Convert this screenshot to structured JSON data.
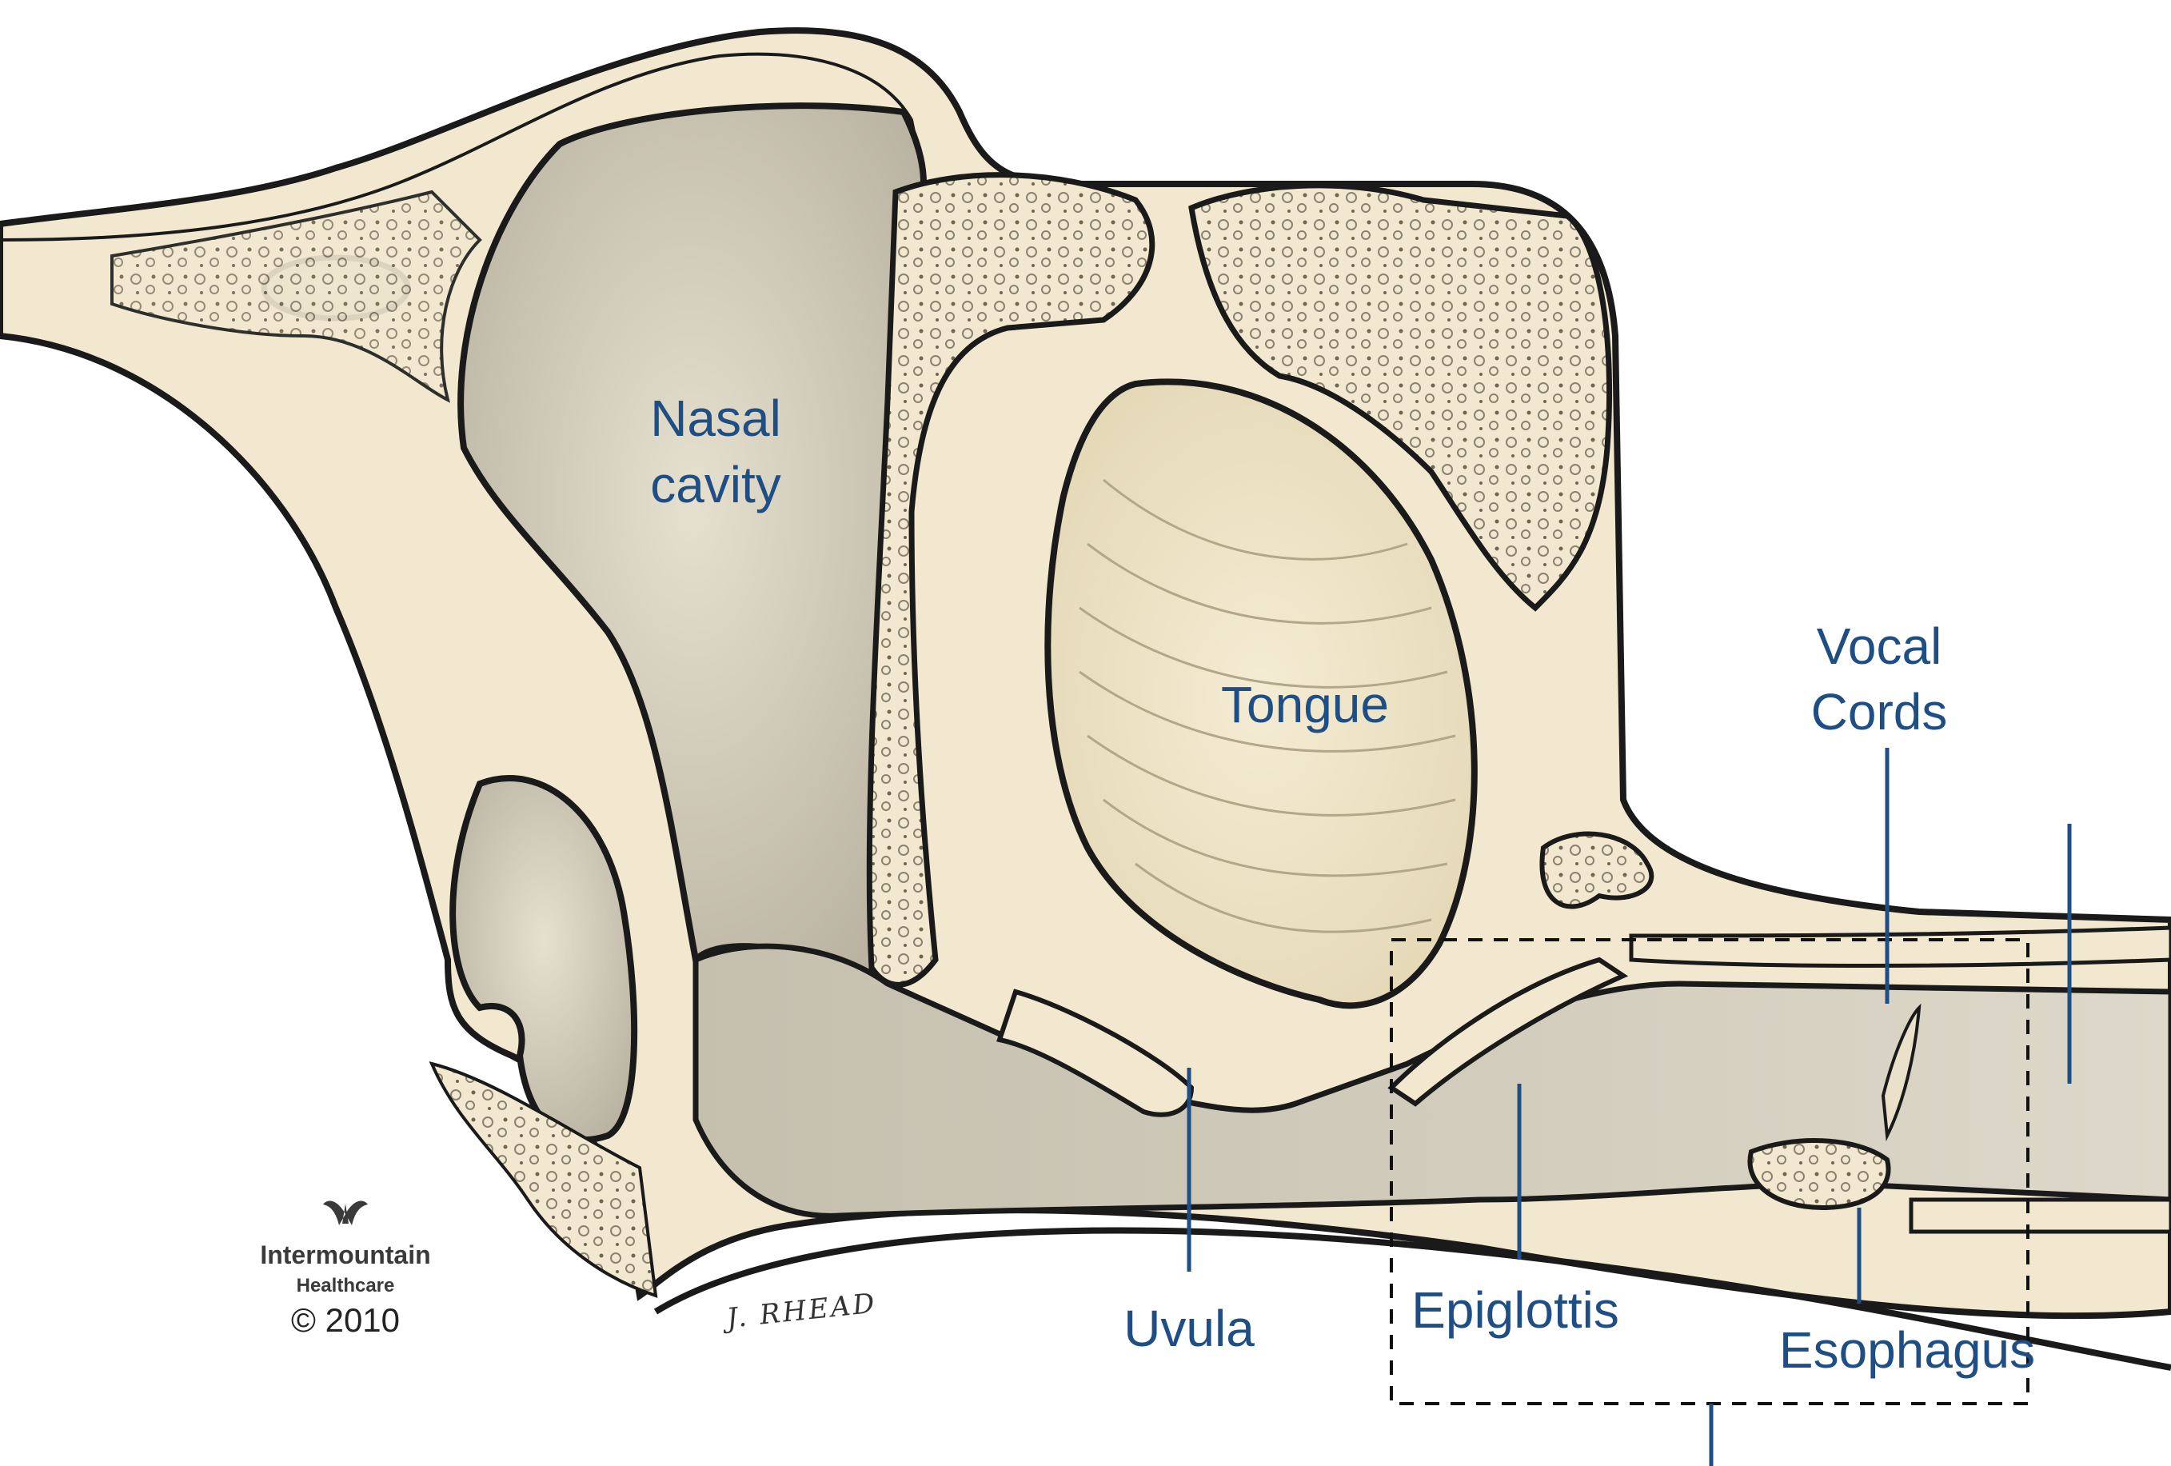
{
  "labels": {
    "nasal": [
      "Nasal",
      "cavity"
    ],
    "tongue": "Tongue",
    "vocal": [
      "Vocal",
      "Cords"
    ],
    "uvula": "Uvula",
    "epiglottis": "Epiglottis",
    "esophagus": "Esophagus"
  },
  "logo": {
    "brand": "Intermountain",
    "sub": "Healthcare",
    "copyright": "© 2010"
  },
  "signature": "J. RHEAD",
  "colors": {
    "label": "#1f4e85",
    "bone": "#f1e8cf",
    "cavity": "#c9c3b2",
    "outline": "#1a1a1a"
  }
}
